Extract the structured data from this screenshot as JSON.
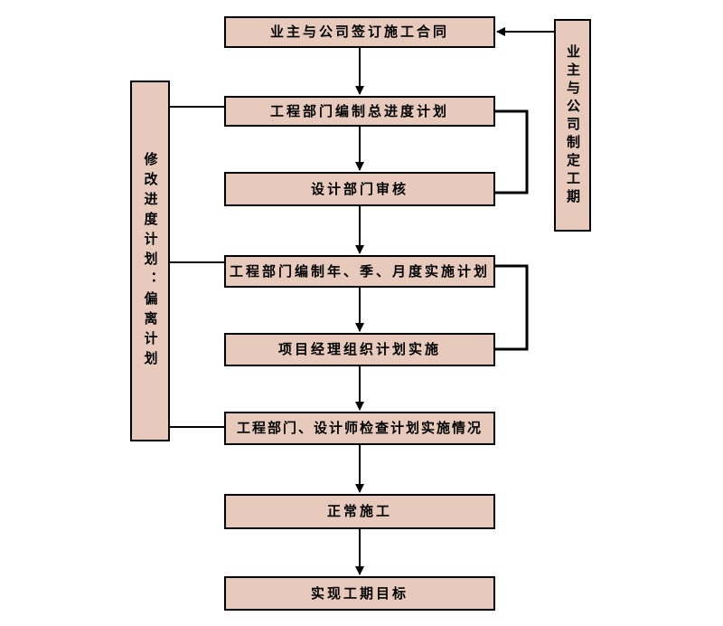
{
  "diagram": {
    "type": "flowchart",
    "colors": {
      "box_fill": "#e7cabc",
      "box_border": "#000000",
      "connector": "#000000",
      "background": "#ffffff"
    },
    "boxes": [
      {
        "label": "业主与公司签订施工合同"
      },
      {
        "label": "工程部门编制总进度计划"
      },
      {
        "label": "设计部门审核"
      },
      {
        "label": "工程部门编制年、季、月度实施计划"
      },
      {
        "label": "项目经理组织计划实施"
      },
      {
        "label": "工程部门、设计师检查计划实施情况"
      },
      {
        "label": "正常施工"
      },
      {
        "label": "实现工期目标"
      }
    ],
    "side_boxes": {
      "right": {
        "label": "业主与公司制定工期"
      },
      "left": {
        "label": "修改进度计划：偏离计划"
      }
    },
    "connections": [
      {
        "from": "sign-contract",
        "to": "compile-master-schedule",
        "style": "arrow-down"
      },
      {
        "from": "compile-master-schedule",
        "to": "design-dept-review",
        "style": "arrow-down"
      },
      {
        "from": "design-dept-review",
        "to": "compile-period-plans",
        "style": "arrow-down"
      },
      {
        "from": "compile-period-plans",
        "to": "pm-organize-implementation",
        "style": "arrow-down"
      },
      {
        "from": "pm-organize-implementation",
        "to": "check-implementation",
        "style": "arrow-down"
      },
      {
        "from": "check-implementation",
        "to": "normal-construction",
        "style": "arrow-down"
      },
      {
        "from": "normal-construction",
        "to": "achieve-schedule-goal",
        "style": "arrow-down"
      },
      {
        "from": "owner-set-schedule",
        "to": "sign-contract",
        "style": "arrow-left"
      },
      {
        "from": "compile-master-schedule",
        "to": "design-dept-review",
        "style": "right-bracket"
      },
      {
        "from": "compile-period-plans",
        "to": "pm-organize-implementation",
        "style": "right-bracket"
      },
      {
        "from": "revise-schedule",
        "to": "compile-master-schedule",
        "style": "plain-line"
      },
      {
        "from": "revise-schedule",
        "to": "compile-period-plans",
        "style": "plain-line"
      },
      {
        "from": "revise-schedule",
        "to": "check-implementation",
        "style": "plain-line"
      }
    ]
  }
}
